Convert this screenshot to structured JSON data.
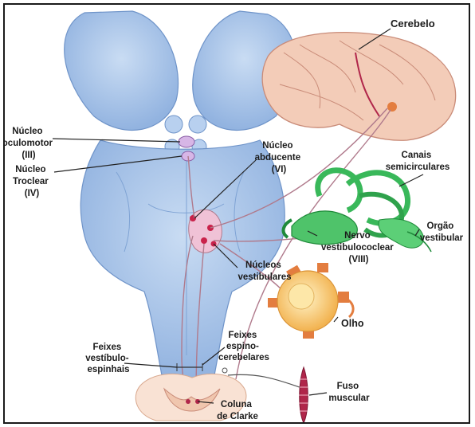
{
  "colors": {
    "brainstem": "#a9c6ea",
    "brainstem_dark": "#6f94c9",
    "cerebellum": "#f3ccb8",
    "cerebellum_line": "#c98b78",
    "ear": "#4fc36a",
    "ear_dark": "#1f8a3a",
    "eye": "#f4b55a",
    "eye_inner": "#fde7a8",
    "muscle": "#b0264a",
    "nuclei": "#e8a9c9",
    "pathway": "#b07a8c",
    "leader": "#222222"
  },
  "labels": {
    "cerebelo": "Cerebelo",
    "nucleo_oculomotor": [
      "Núcleo",
      "oculomotor",
      "(III)"
    ],
    "nucleo_troclear": [
      "Núcleo",
      "Troclear",
      "(IV)"
    ],
    "nucleo_abducente": [
      "Núcleo",
      "abducente",
      "(VI)"
    ],
    "canais": [
      "Canais",
      "semicirculares"
    ],
    "orgao": [
      "Orgão",
      "vestibular"
    ],
    "nervo": [
      "Nervo",
      "vestibulococlear",
      "(VIII)"
    ],
    "nucleos_vestibulares": [
      "Núcleos",
      "vestibulares"
    ],
    "olho": "Olho",
    "feixes_vestibulo": [
      "Feixes",
      "vestíbulo-",
      "espinhais"
    ],
    "feixes_espino": [
      "Feixes",
      "espino-",
      "cerebelares"
    ],
    "fuso": [
      "Fuso",
      "muscular"
    ],
    "coluna": [
      "Coluna",
      "de Clarke"
    ]
  }
}
